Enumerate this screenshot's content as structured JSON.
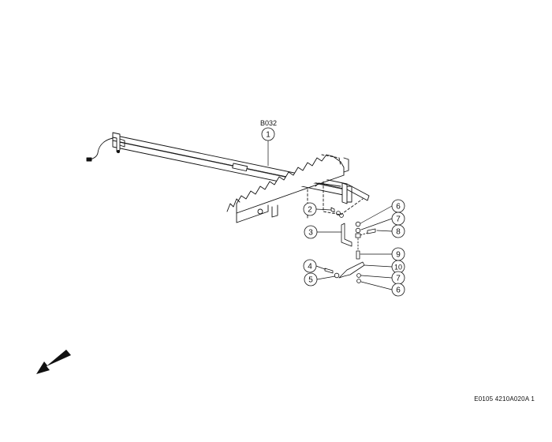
{
  "diagram": {
    "group_label": "B032",
    "document_code": "E0105 4210A020A 1",
    "callouts": [
      "1",
      "2",
      "3",
      "4",
      "5",
      "6",
      "7",
      "8",
      "9",
      "10",
      "7",
      "6"
    ]
  },
  "icons": {
    "direction_arrow": "arrow-down-left-icon"
  }
}
